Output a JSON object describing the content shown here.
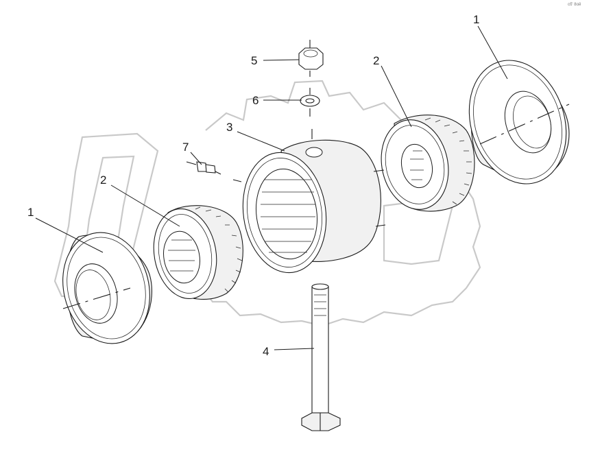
{
  "callouts": {
    "c1_right": "1",
    "c2_right": "2",
    "c5": "5",
    "c6": "6",
    "c3": "3",
    "c7": "7",
    "c2_left": "2",
    "c1_left": "1",
    "c4": "4"
  },
  "corner_mark": "сб' 8ой",
  "colors": {
    "ink": "#1a1a1a",
    "watermark": "#c9c9c9",
    "background": "#ffffff"
  }
}
